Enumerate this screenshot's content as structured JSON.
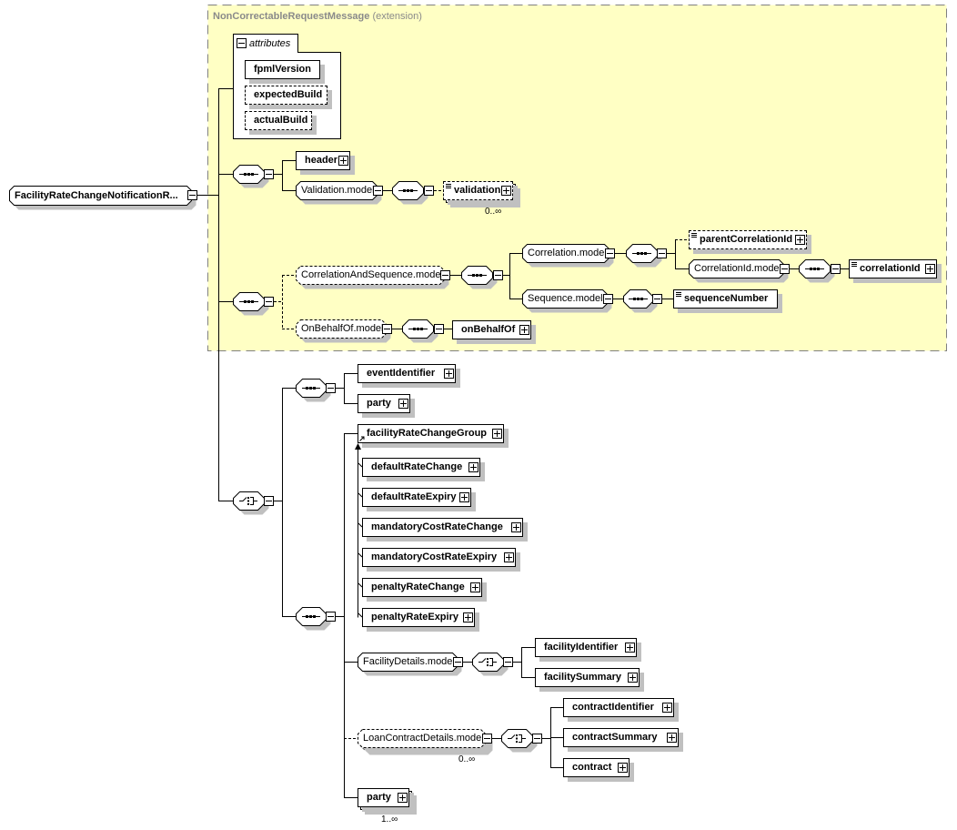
{
  "colors": {
    "extension_background": "#ffffc4",
    "extension_border": "#808080",
    "shadow": "#c0c0c0",
    "title_text": "#8a8a8a"
  },
  "extension": {
    "base": "NonCorrectableRequestMessage",
    "kind": "(extension)"
  },
  "attributes": {
    "title": "attributes",
    "items": [
      {
        "label": "fpmlVersion",
        "optional": false
      },
      {
        "label": "expectedBuild",
        "optional": true
      },
      {
        "label": "actualBuild",
        "optional": true
      }
    ]
  },
  "compositor_icons": {
    "sequence": "sequence-icon",
    "choice": "choice-icon"
  },
  "nodes": {
    "root": {
      "label": "FacilityRateChangeNotificationR..."
    },
    "header": {
      "label": "header"
    },
    "validation_model": {
      "label": "Validation.model"
    },
    "validation": {
      "label": "validation",
      "optional": true,
      "occurs": "0..∞"
    },
    "correlation_and_sequence_model": {
      "label": "CorrelationAndSequence.model",
      "optional": true
    },
    "correlation_model": {
      "label": "Correlation.model"
    },
    "parent_correlation_id": {
      "label": "parentCorrelationId",
      "optional": true
    },
    "correlation_id_model": {
      "label": "CorrelationId.model"
    },
    "correlation_id": {
      "label": "correlationId"
    },
    "sequence_model": {
      "label": "Sequence.model"
    },
    "sequence_number": {
      "label": "sequenceNumber"
    },
    "on_behalf_of_model": {
      "label": "OnBehalfOf.model",
      "optional": true
    },
    "on_behalf_of": {
      "label": "onBehalfOf"
    },
    "event_identifier": {
      "label": "eventIdentifier"
    },
    "party_a": {
      "label": "party"
    },
    "facility_rate_change_group": {
      "label": "facilityRateChangeGroup"
    },
    "group_members": [
      {
        "label": "defaultRateChange"
      },
      {
        "label": "defaultRateExpiry"
      },
      {
        "label": "mandatoryCostRateChange"
      },
      {
        "label": "mandatoryCostRateExpiry"
      },
      {
        "label": "penaltyRateChange"
      },
      {
        "label": "penaltyRateExpiry"
      }
    ],
    "facility_details_model": {
      "label": "FacilityDetails.model"
    },
    "facility_identifier": {
      "label": "facilityIdentifier"
    },
    "facility_summary": {
      "label": "facilitySummary"
    },
    "loan_contract_details_model": {
      "label": "LoanContractDetails.model",
      "optional": true,
      "occurs": "0..∞"
    },
    "contract_identifier": {
      "label": "contractIdentifier"
    },
    "contract_summary": {
      "label": "contractSummary"
    },
    "contract": {
      "label": "contract"
    },
    "party_b": {
      "label": "party",
      "occurs": "1..∞"
    }
  }
}
